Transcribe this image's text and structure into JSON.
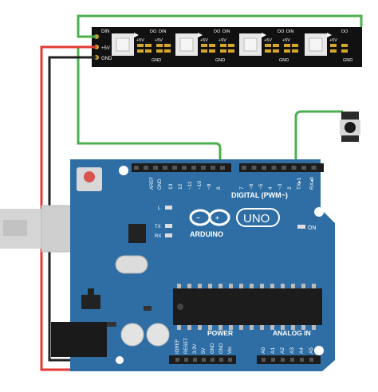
{
  "strip": {
    "din_label": "DIN",
    "v5_label": "+5V",
    "gnd_label": "GND",
    "do_label": "DO",
    "pixel_count": 4
  },
  "board": {
    "brand": "ARDUINO",
    "model": "UNO",
    "digital_label": "DIGITAL (PWM~)",
    "power_label": "POWER",
    "analog_label": "ANALOG IN",
    "on_label": "ON",
    "l_label": "L",
    "tx_label": "TX",
    "rx_label": "RX",
    "aref_label": "AREF",
    "gnd_label": "GND",
    "digital_pins": [
      "13",
      "12",
      "~11",
      "~10",
      "~9",
      "8",
      "7",
      "~6",
      "~5",
      "4",
      "~3",
      "2",
      "TX▸1",
      "RX◂0"
    ],
    "power_pins": [
      "IOREF",
      "RESET",
      "3.3V",
      "5V",
      "GND",
      "GND",
      "Vin"
    ],
    "analog_pins": [
      "A0",
      "A1",
      "A2",
      "A3",
      "A4",
      "A5"
    ]
  },
  "wires": {
    "data_color": "#4caf50",
    "power_color": "#e53935",
    "ground_color": "#222222"
  },
  "colors": {
    "board": "#2f6ea5",
    "board_light": "#3f7fb8",
    "strip": "#111111",
    "header": "#1c1c1c",
    "reset": "#d9534f",
    "usb": "#c8c8c8"
  }
}
